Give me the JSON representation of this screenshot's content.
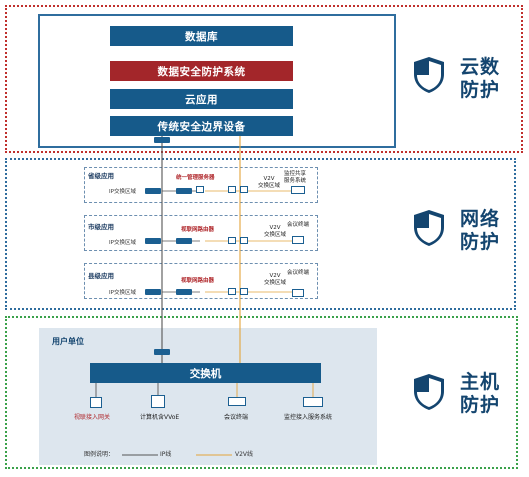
{
  "zones": {
    "cloud": {
      "label_line1": "云数",
      "label_line2": "防护"
    },
    "network": {
      "label_line1": "网络",
      "label_line2": "防护"
    },
    "host": {
      "label_line1": "主机",
      "label_line2": "防护"
    }
  },
  "cloud_stack": {
    "database": "数据库",
    "db_security": "数据安全防护系统",
    "cloud_app": "云应用",
    "border_device": "传统安全边界设备"
  },
  "network_tiers": [
    {
      "name": "省级应用",
      "ip_zone": "IP交换区域",
      "server": "统一管理服务器",
      "v2v_line1": "V2V",
      "v2v_line2": "交换区域",
      "terminal_line1": "监控共享",
      "terminal_line2": "服务系统"
    },
    {
      "name": "市级应用",
      "ip_zone": "IP交换区域",
      "server": "视联网路由器",
      "v2v_line1": "V2V",
      "v2v_line2": "交换区域",
      "terminal_line1": "会议终端",
      "terminal_line2": ""
    },
    {
      "name": "县级应用",
      "ip_zone": "IP交换区域",
      "server": "视联网路由器",
      "v2v_line1": "V2V",
      "v2v_line2": "交换区域",
      "terminal_line1": "会议终端",
      "terminal_line2": ""
    }
  ],
  "host_area": {
    "unit": "用户单位",
    "switch": "交换机",
    "devices": [
      "视联接入网关",
      "计算机含VVoE",
      "会议终端",
      "监控接入服务系统"
    ]
  },
  "legend": {
    "title": "图例说明：",
    "ip_line": "IP线",
    "v2v_line": "V2V线"
  },
  "colors": {
    "red_zone": "#c0302d",
    "blue_zone": "#2f6d9e",
    "green_zone": "#3aa14a",
    "navy": "#165a8a",
    "dark_red": "#a3262a",
    "v2v_line": "#e3a43b",
    "ip_line": "#555555"
  }
}
